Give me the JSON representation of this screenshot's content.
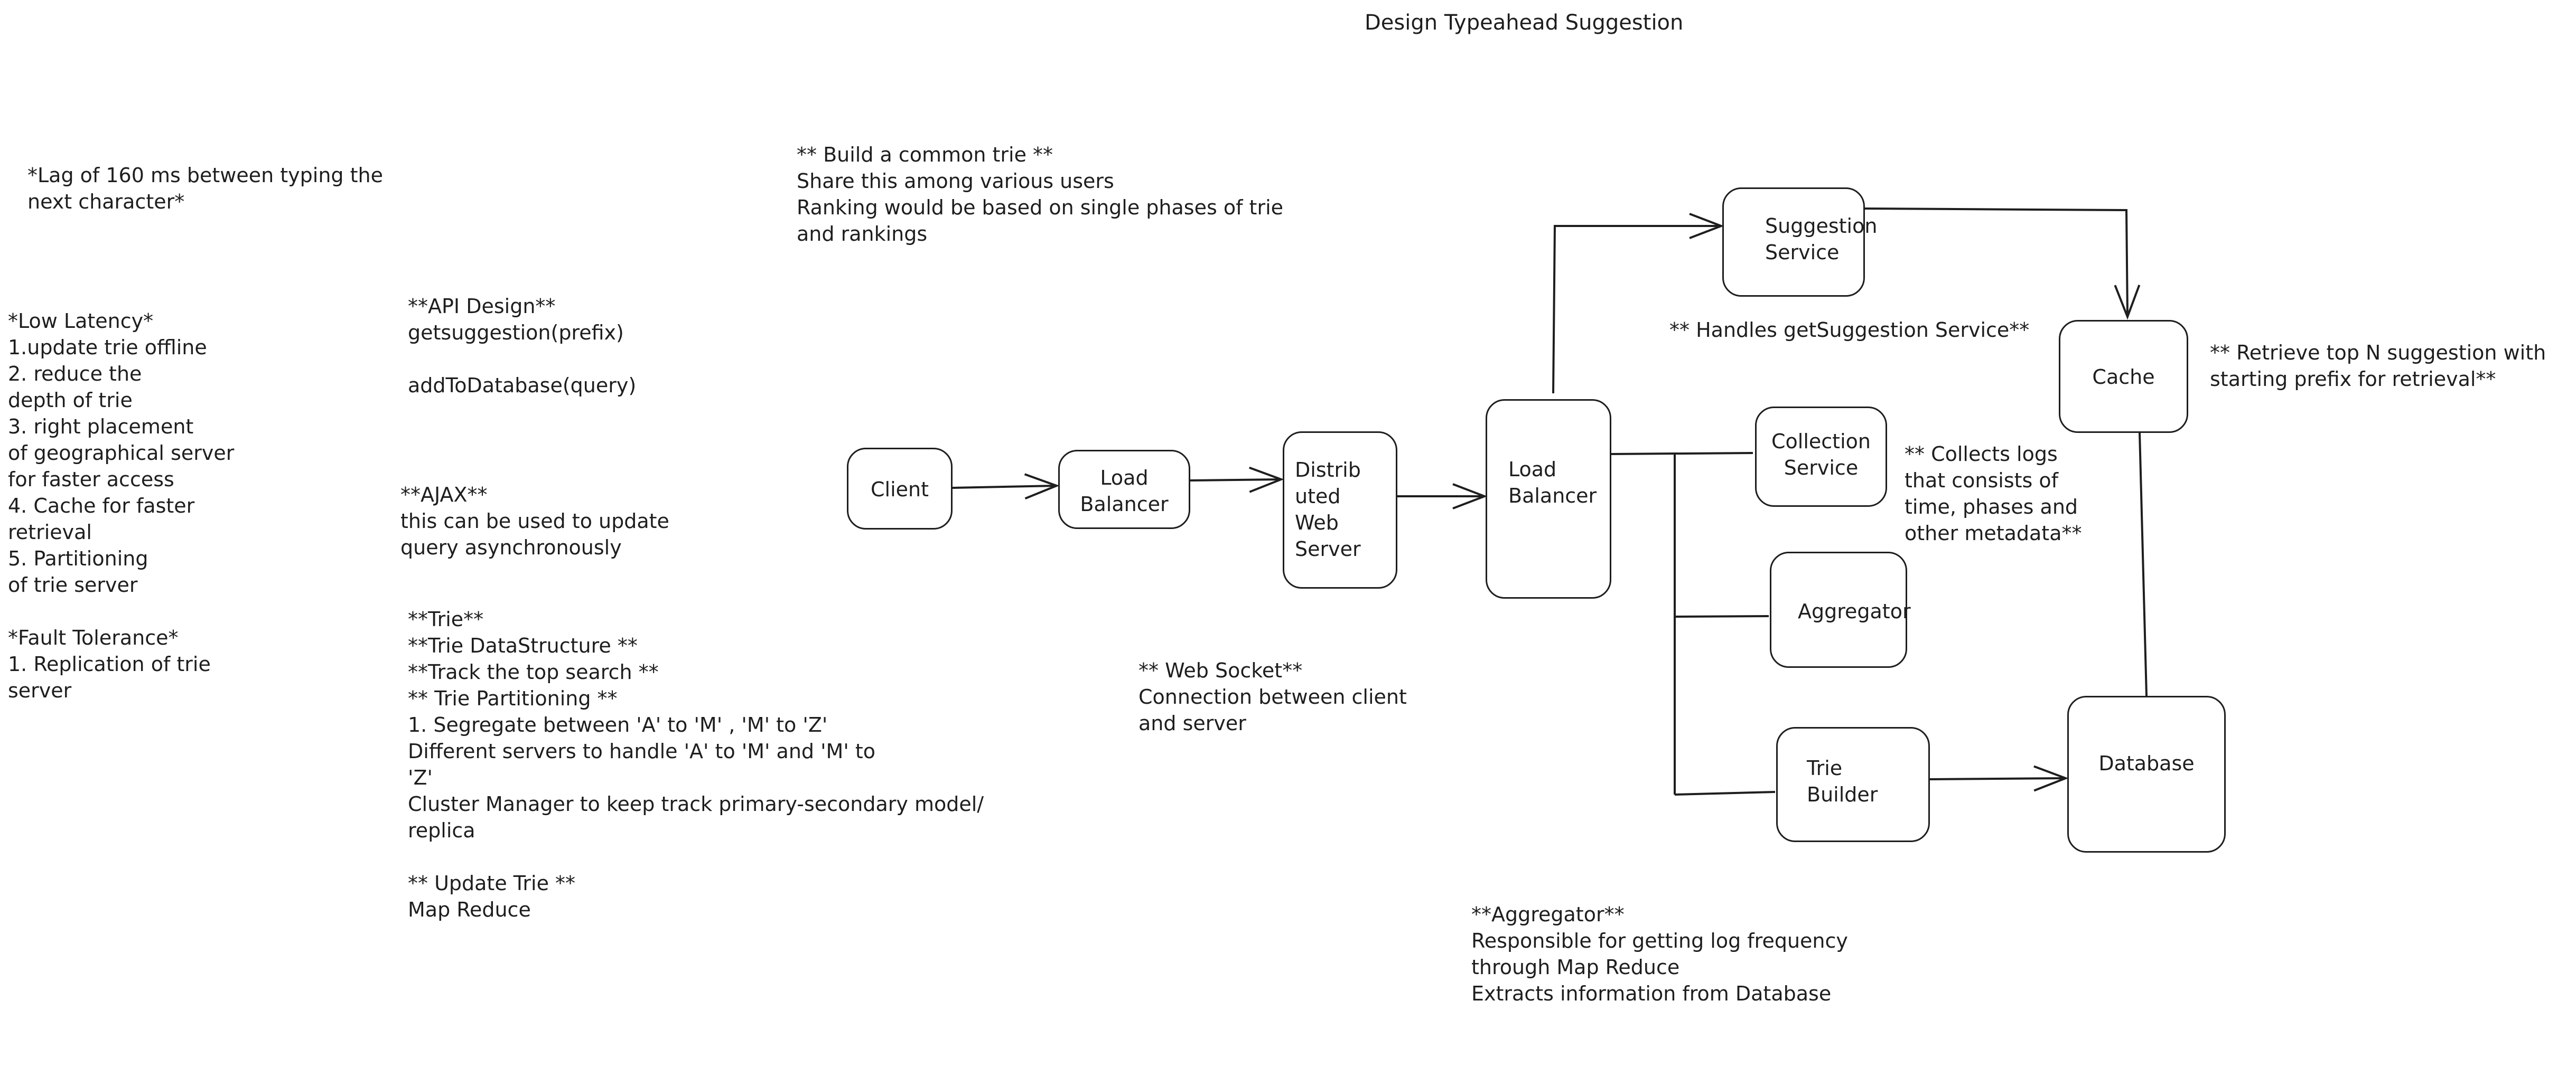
{
  "title": "Design Typeahead Suggestion",
  "notes": {
    "lag": "*Lag of 160 ms between typing the\nnext character*",
    "requirements": "*Low Latency*\n1.update trie offline\n2. reduce the\ndepth of trie\n3. right placement\nof geographical server\nfor faster access\n4. Cache for faster\nretrieval\n5. Partitioning\nof trie server\n\n*Fault Tolerance*\n1. Replication of trie\nserver",
    "api": "**API Design**\ngetsuggestion(prefix)\n\naddToDatabase(query)",
    "ajax": "**AJAX**\nthis can be used to update\nquery asynchronously",
    "trie": "**Trie**\n**Trie DataStructure **\n**Track the top search **\n** Trie Partitioning **\n1. Segregate between 'A' to 'M' , 'M' to 'Z'\nDifferent servers to handle 'A' to 'M' and 'M' to\n'Z'\nCluster Manager to keep track primary-secondary model/\nreplica\n\n** Update Trie **\nMap Reduce",
    "common_trie": "** Build a common trie **\nShare this among various users\nRanking would be based on single phases of trie\nand rankings",
    "websocket": "** Web Socket**\nConnection between client\nand server",
    "handles": "** Handles getSuggestion Service**",
    "retrieve": "** Retrieve top N suggestion with\nstarting prefix for retrieval**",
    "collects": "** Collects logs\nthat consists of\ntime, phases and\nother metadata**",
    "aggregator": "**Aggregator**\nResponsible for getting log frequency\nthrough Map Reduce\nExtracts information from Database"
  },
  "nodes": {
    "client": "Client",
    "load_balancer_1": "Load\nBalancer",
    "web_server": "Distrib\nuted\nWeb\nServer",
    "load_balancer_2": "Load\nBalancer",
    "suggestion_service": "Suggestion\nService",
    "cache": "Cache",
    "collection_service": "Collection\nService",
    "aggregator": "Aggregator",
    "trie_builder": "Trie\nBuilder",
    "database": "Database"
  },
  "colors": {
    "stroke": "#1e1e1e",
    "background": "#ffffff"
  }
}
